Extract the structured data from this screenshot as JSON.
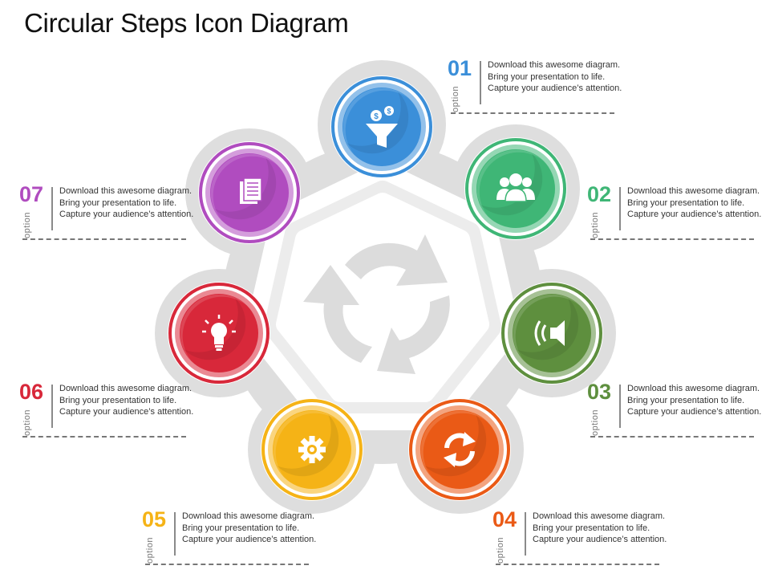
{
  "title": "Circular Steps Icon Diagram",
  "colors": {
    "step1": "#3b8fd9",
    "step2": "#3fb676",
    "step3": "#5e8f3e",
    "step4": "#ea5a16",
    "step5": "#f5b316",
    "step6": "#d8283a",
    "step7": "#b04cbf",
    "ring": "#dedede",
    "center_arrows": "#dcdcdc"
  },
  "center_icon": "recycle-arrows-icon",
  "steps": [
    {
      "number": "01",
      "label": "option",
      "text": "Download this awesome diagram. Bring your presentation to life. Capture your audience’s attention.",
      "icon": "money-funnel-icon"
    },
    {
      "number": "02",
      "label": "option",
      "text": "Download this awesome diagram. Bring your presentation to life. Capture your audience’s attention.",
      "icon": "team-icon"
    },
    {
      "number": "03",
      "label": "option",
      "text": "Download this awesome diagram. Bring your presentation to life. Capture your audience’s attention.",
      "icon": "speaker-icon"
    },
    {
      "number": "04",
      "label": "option",
      "text": "Download this awesome diagram. Bring your presentation to life. Capture your audience’s attention.",
      "icon": "refresh-icon"
    },
    {
      "number": "05",
      "label": "option",
      "text": "Download this awesome diagram. Bring your presentation to life. Capture your audience’s attention.",
      "icon": "gear-icon"
    },
    {
      "number": "06",
      "label": "option",
      "text": "Download this awesome diagram. Bring your presentation to life. Capture your audience’s attention.",
      "icon": "lightbulb-icon"
    },
    {
      "number": "07",
      "label": "option",
      "text": "Download this awesome diagram. Bring your presentation to life. Capture your audience’s attention.",
      "icon": "documents-icon"
    }
  ]
}
